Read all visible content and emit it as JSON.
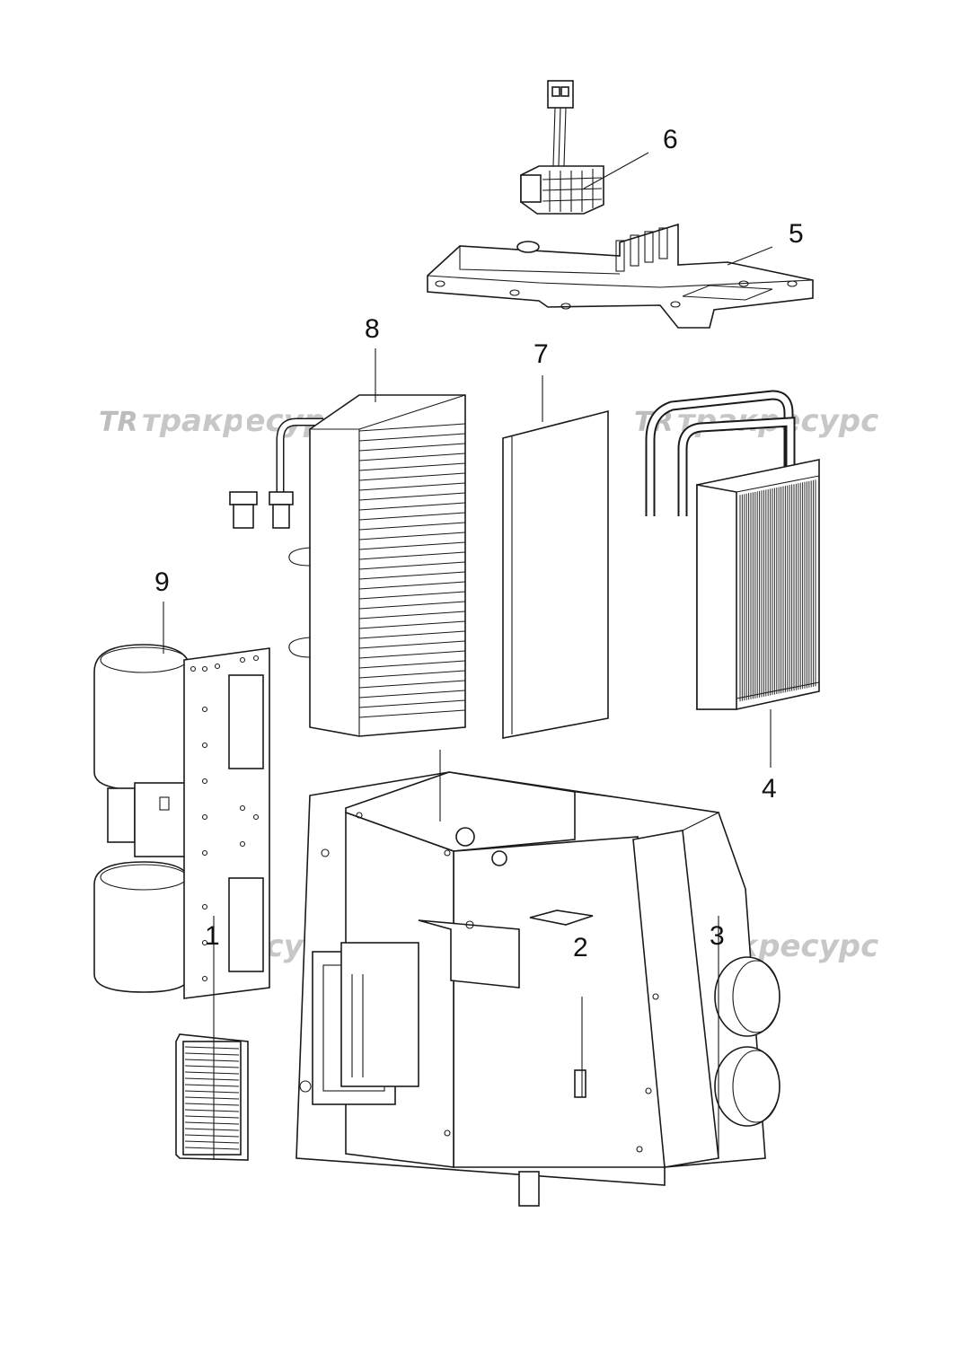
{
  "callouts": {
    "c1": "1",
    "c2": "2",
    "c3": "3",
    "c4": "4",
    "c5": "5",
    "c6": "6",
    "c7": "7",
    "c8": "8",
    "c9": "9"
  },
  "watermark": {
    "text": "тракресурс",
    "logo": "TR"
  }
}
